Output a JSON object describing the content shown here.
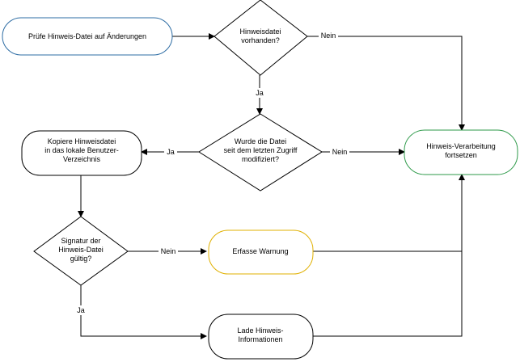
{
  "nodes": {
    "check_file": {
      "lines": [
        "Prüfe Hinweis-Datei auf Änderungen"
      ],
      "border": "#2e6da4"
    },
    "file_exists": {
      "lines": [
        "Hinweisdatei",
        "vorhanden?"
      ],
      "border": "#000000"
    },
    "modified": {
      "lines": [
        "Wurde die Datei",
        "seit dem letzten Zugriff",
        "modifiziert?"
      ],
      "border": "#000000"
    },
    "continue": {
      "lines": [
        "Hinweis-Verarbeitung",
        "fortsetzen"
      ],
      "border": "#2e9a4a"
    },
    "copy_file": {
      "lines": [
        "Kopiere Hinweisdatei",
        "in das lokale Benutzer-",
        "Verzeichnis"
      ],
      "border": "#000000"
    },
    "signature": {
      "lines": [
        "Signatur der",
        "Hinweis-Datei",
        "gültig?"
      ],
      "border": "#000000"
    },
    "warning": {
      "lines": [
        "Erfasse Warnung"
      ],
      "border": "#e0b000"
    },
    "load_info": {
      "lines": [
        "Lade Hinweis-",
        "Informationen"
      ],
      "border": "#000000"
    }
  },
  "edge_labels": {
    "nein_1": "Nein",
    "ja_1": "Ja",
    "nein_2": "Nein",
    "ja_2": "Ja",
    "nein_3": "Nein",
    "ja_3": "Ja"
  }
}
